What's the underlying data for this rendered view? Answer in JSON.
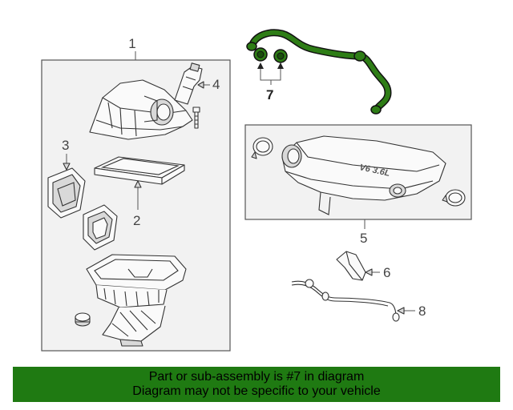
{
  "callouts": {
    "c1": "1",
    "c2": "2",
    "c3": "3",
    "c4": "4",
    "c5": "5",
    "c6": "6",
    "c7": "7",
    "c8": "8"
  },
  "part_text": "V6 3.6L",
  "banner": {
    "line1": "Part or sub-assembly is #7 in diagram",
    "line2": "Diagram may not be specific to your vehicle"
  },
  "colors": {
    "highlight": "#2e7d16",
    "banner_bg": "#1f7a12"
  }
}
